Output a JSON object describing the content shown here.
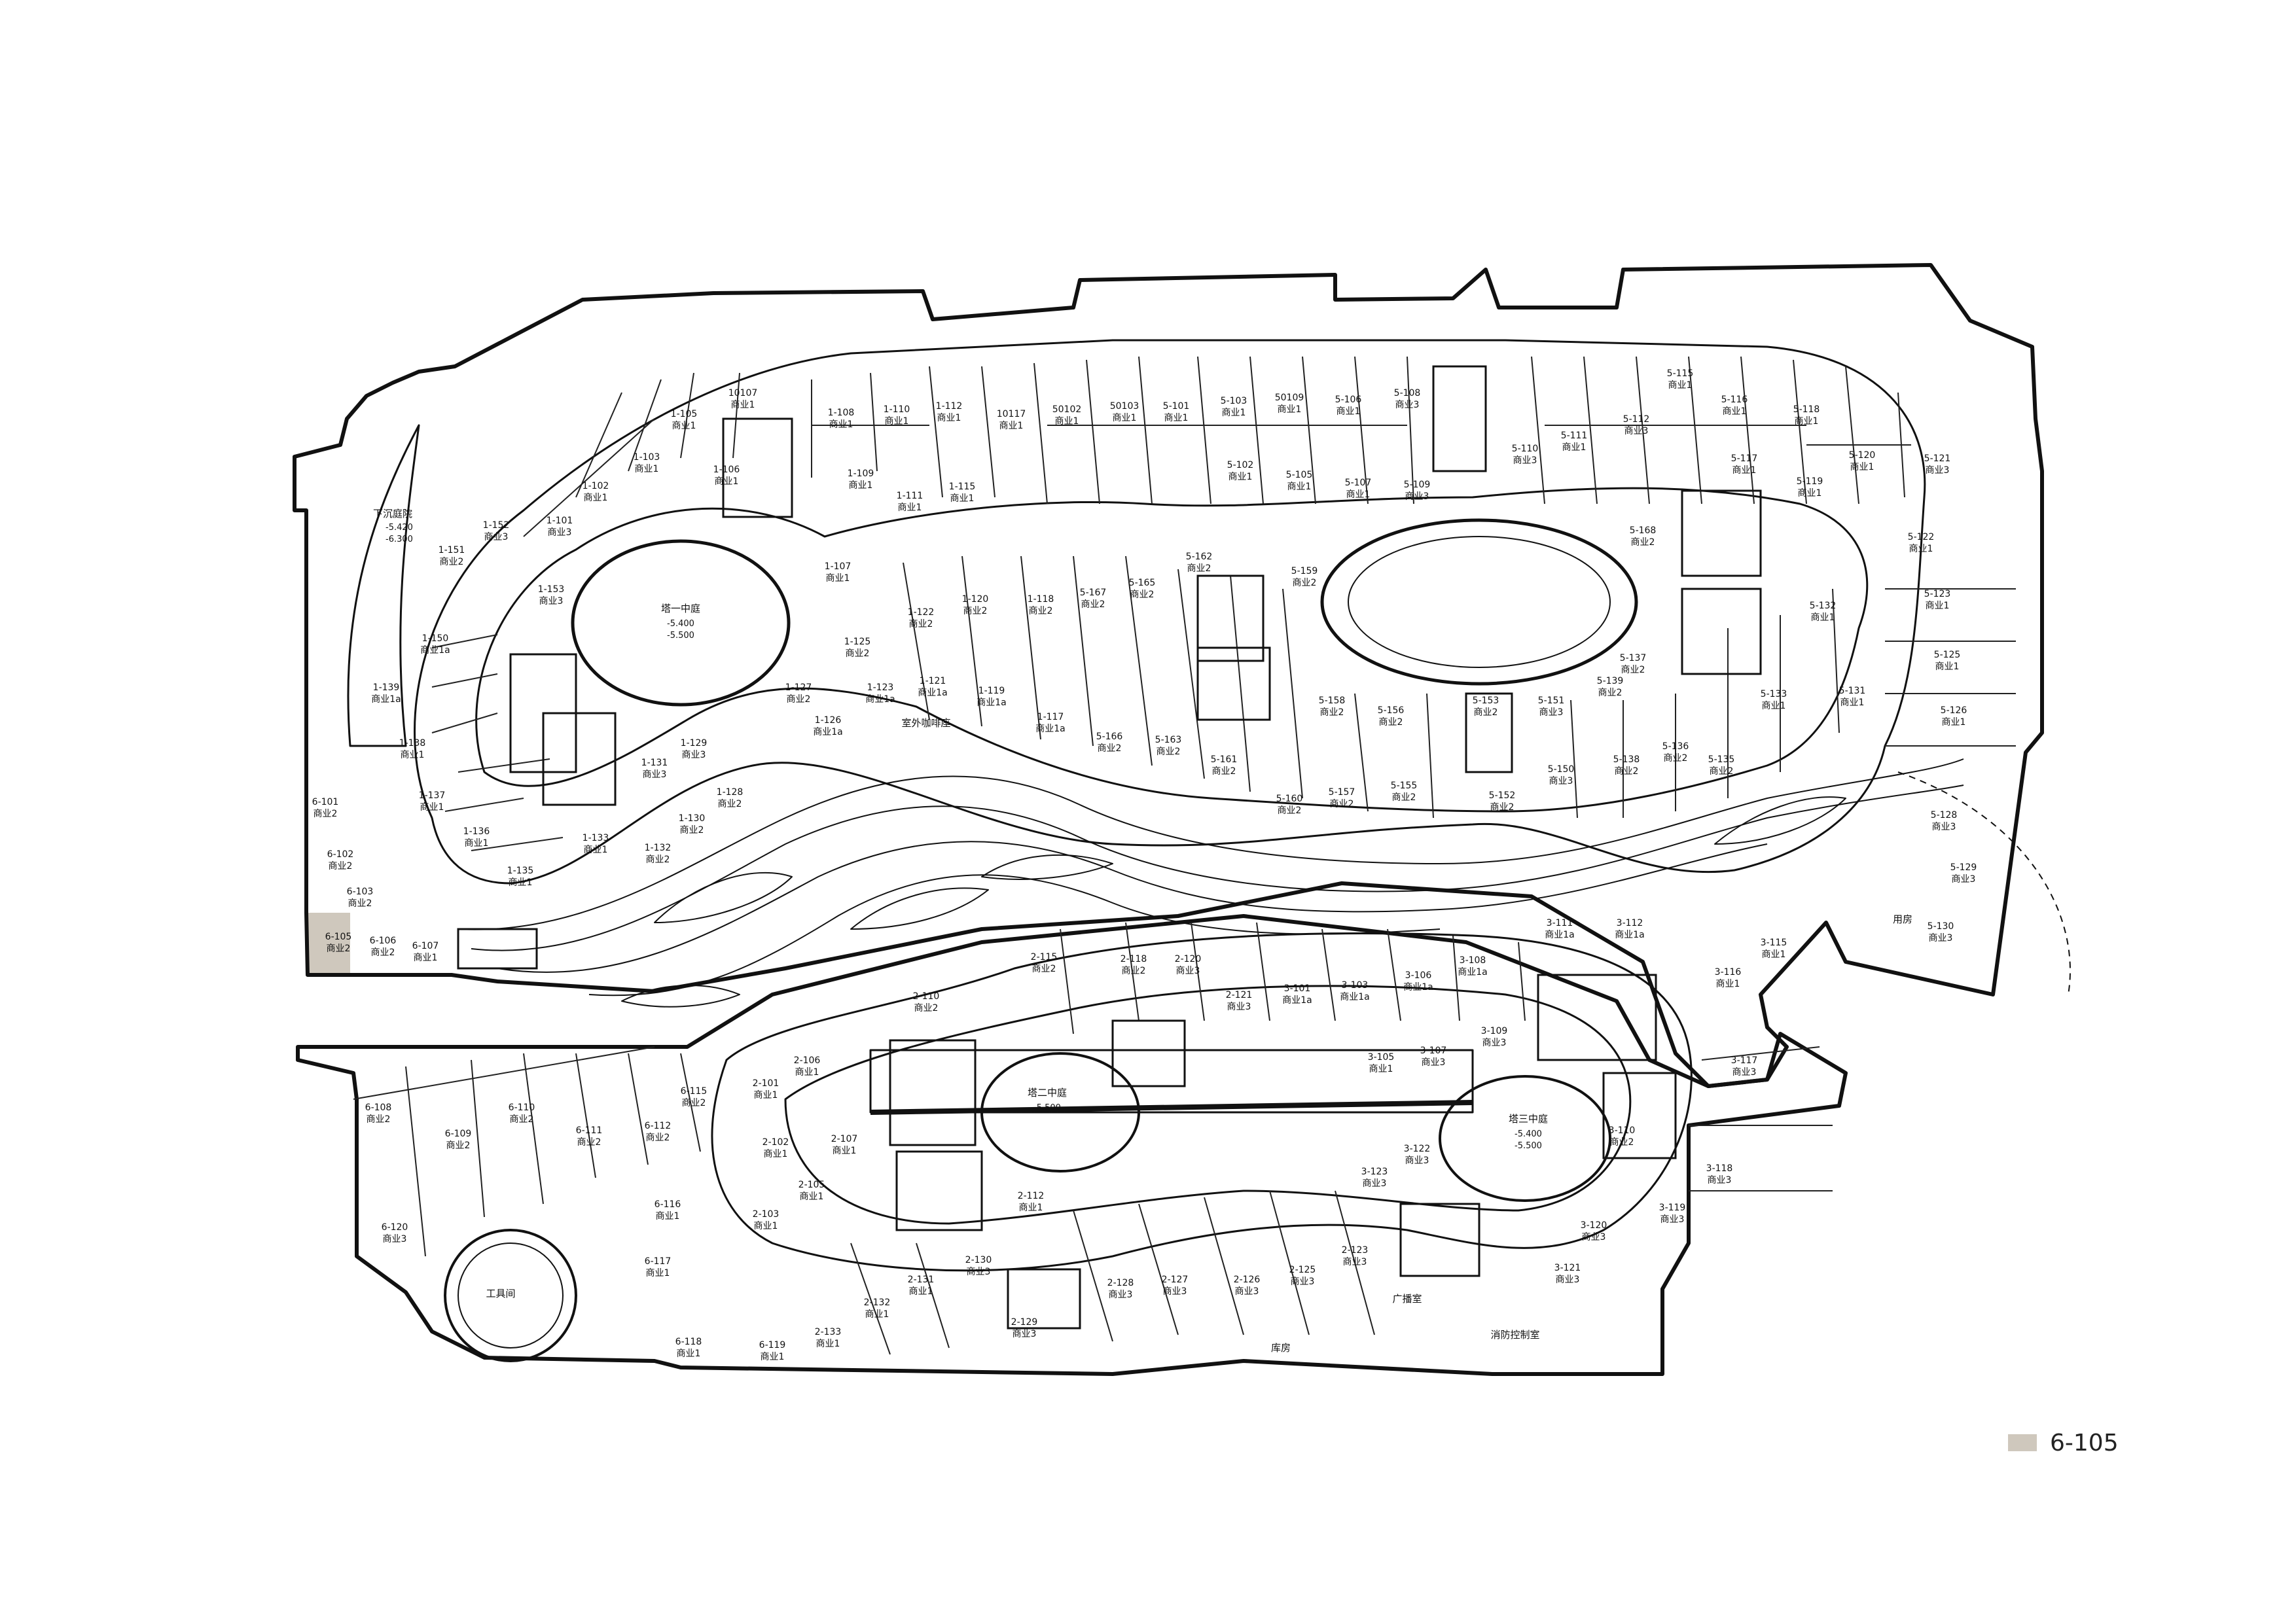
{
  "colors": {
    "wall": "#111111",
    "line": "#222222",
    "highlight": "#cfc8bd",
    "void_fill": "#ffffff"
  },
  "legend": {
    "label": "6-105"
  },
  "highlighted_unit": "6-105",
  "use_types": [
    "商业1",
    "商业1a",
    "商业2",
    "商业3"
  ],
  "atriums": [
    {
      "name": "塔一中庭",
      "elevations": [
        "-5.400",
        "-5.500"
      ]
    },
    {
      "name": "塔二中庭",
      "elevations": [
        "-5.500"
      ]
    },
    {
      "name": "塔三中庭",
      "elevations": [
        "-5.400",
        "-5.500"
      ]
    }
  ],
  "areas": [
    {
      "name": "下沉庭院",
      "elevations": [
        "-5.420",
        "-6.300"
      ]
    },
    {
      "name": "室外咖啡座",
      "elevations": []
    },
    {
      "name": "工具间",
      "elevations": []
    },
    {
      "name": "库房",
      "elevations": []
    },
    {
      "name": "广播室",
      "elevations": []
    },
    {
      "name": "消防控制室",
      "elevations": []
    },
    {
      "name": "用房",
      "elevations": []
    }
  ],
  "units": [
    {
      "id": "10107",
      "use": "商业1"
    },
    {
      "id": "1-105",
      "use": "商业1"
    },
    {
      "id": "1-103",
      "use": "商业1"
    },
    {
      "id": "1-102",
      "use": "商业1"
    },
    {
      "id": "1-101",
      "use": "商业3"
    },
    {
      "id": "1-106",
      "use": "商业1"
    },
    {
      "id": "1-152",
      "use": "商业3"
    },
    {
      "id": "1-151",
      "use": "商业2"
    },
    {
      "id": "1-153",
      "use": "商业3"
    },
    {
      "id": "1-150",
      "use": "商业1a"
    },
    {
      "id": "1-139",
      "use": "商业1a"
    },
    {
      "id": "1-138",
      "use": "商业1"
    },
    {
      "id": "1-137",
      "use": "商业1"
    },
    {
      "id": "1-136",
      "use": "商业1"
    },
    {
      "id": "1-135",
      "use": "商业1"
    },
    {
      "id": "1-133",
      "use": "商业1"
    },
    {
      "id": "1-132",
      "use": "商业2"
    },
    {
      "id": "1-131",
      "use": "商业3"
    },
    {
      "id": "1-130",
      "use": "商业2"
    },
    {
      "id": "1-129",
      "use": "商业3"
    },
    {
      "id": "1-128",
      "use": "商业2"
    },
    {
      "id": "1-127",
      "use": "商业2"
    },
    {
      "id": "1-126",
      "use": "商业1a"
    },
    {
      "id": "1-125",
      "use": "商业2"
    },
    {
      "id": "1-123",
      "use": "商业1a"
    },
    {
      "id": "1-122",
      "use": "商业2"
    },
    {
      "id": "1-121",
      "use": "商业1a"
    },
    {
      "id": "1-120",
      "use": "商业2"
    },
    {
      "id": "1-119",
      "use": "商业1a"
    },
    {
      "id": "1-118",
      "use": "商业2"
    },
    {
      "id": "1-117",
      "use": "商业1a"
    },
    {
      "id": "1-115",
      "use": "商业1"
    },
    {
      "id": "1-112",
      "use": "商业1"
    },
    {
      "id": "1-111",
      "use": "商业1"
    },
    {
      "id": "1-110",
      "use": "商业1"
    },
    {
      "id": "1-109",
      "use": "商业1"
    },
    {
      "id": "1-108",
      "use": "商业1"
    },
    {
      "id": "1-107",
      "use": "商业1"
    },
    {
      "id": "10117",
      "use": "商业1"
    },
    {
      "id": "50102",
      "use": "商业1"
    },
    {
      "id": "50103",
      "use": "商业1"
    },
    {
      "id": "5-101",
      "use": "商业1"
    },
    {
      "id": "5-103",
      "use": "商业1"
    },
    {
      "id": "50109",
      "use": "商业1"
    },
    {
      "id": "5-106",
      "use": "商业1"
    },
    {
      "id": "5-108",
      "use": "商业3"
    },
    {
      "id": "5-102",
      "use": "商业1"
    },
    {
      "id": "5-105",
      "use": "商业1"
    },
    {
      "id": "5-107",
      "use": "商业1"
    },
    {
      "id": "5-109",
      "use": "商业3"
    },
    {
      "id": "5-110",
      "use": "商业3"
    },
    {
      "id": "5-111",
      "use": "商业1"
    },
    {
      "id": "5-112",
      "use": "商业3"
    },
    {
      "id": "5-115",
      "use": "商业1"
    },
    {
      "id": "5-116",
      "use": "商业1"
    },
    {
      "id": "5-117",
      "use": "商业1"
    },
    {
      "id": "5-118",
      "use": "商业1"
    },
    {
      "id": "5-119",
      "use": "商业1"
    },
    {
      "id": "5-120",
      "use": "商业1"
    },
    {
      "id": "5-121",
      "use": "商业3"
    },
    {
      "id": "5-122",
      "use": "商业1"
    },
    {
      "id": "5-123",
      "use": "商业1"
    },
    {
      "id": "5-125",
      "use": "商业1"
    },
    {
      "id": "5-126",
      "use": "商业1"
    },
    {
      "id": "5-128",
      "use": "商业3"
    },
    {
      "id": "5-129",
      "use": "商业3"
    },
    {
      "id": "5-130",
      "use": "商业3"
    },
    {
      "id": "5-131",
      "use": "商业1"
    },
    {
      "id": "5-132",
      "use": "商业1"
    },
    {
      "id": "5-133",
      "use": "商业1"
    },
    {
      "id": "5-135",
      "use": "商业2"
    },
    {
      "id": "5-136",
      "use": "商业2"
    },
    {
      "id": "5-137",
      "use": "商业2"
    },
    {
      "id": "5-138",
      "use": "商业2"
    },
    {
      "id": "5-139",
      "use": "商业2"
    },
    {
      "id": "5-150",
      "use": "商业3"
    },
    {
      "id": "5-151",
      "use": "商业3"
    },
    {
      "id": "5-152",
      "use": "商业2"
    },
    {
      "id": "5-153",
      "use": "商业2"
    },
    {
      "id": "5-155",
      "use": "商业2"
    },
    {
      "id": "5-156",
      "use": "商业2"
    },
    {
      "id": "5-157",
      "use": "商业2"
    },
    {
      "id": "5-158",
      "use": "商业2"
    },
    {
      "id": "5-159",
      "use": "商业2"
    },
    {
      "id": "5-160",
      "use": "商业2"
    },
    {
      "id": "5-161",
      "use": "商业2"
    },
    {
      "id": "5-162",
      "use": "商业2"
    },
    {
      "id": "5-163",
      "use": "商业2"
    },
    {
      "id": "5-165",
      "use": "商业2"
    },
    {
      "id": "5-166",
      "use": "商业2"
    },
    {
      "id": "5-167",
      "use": "商业2"
    },
    {
      "id": "5-168",
      "use": "商业2"
    },
    {
      "id": "6-101",
      "use": "商业2"
    },
    {
      "id": "6-102",
      "use": "商业2"
    },
    {
      "id": "6-103",
      "use": "商业2"
    },
    {
      "id": "6-105",
      "use": "商业2"
    },
    {
      "id": "6-106",
      "use": "商业2"
    },
    {
      "id": "6-107",
      "use": "商业1"
    },
    {
      "id": "6-108",
      "use": "商业2"
    },
    {
      "id": "6-109",
      "use": "商业2"
    },
    {
      "id": "6-110",
      "use": "商业2"
    },
    {
      "id": "6-111",
      "use": "商业2"
    },
    {
      "id": "6-112",
      "use": "商业2"
    },
    {
      "id": "6-115",
      "use": "商业2"
    },
    {
      "id": "6-116",
      "use": "商业1"
    },
    {
      "id": "6-117",
      "use": "商业1"
    },
    {
      "id": "6-118",
      "use": "商业1"
    },
    {
      "id": "6-119",
      "use": "商业1"
    },
    {
      "id": "6-120",
      "use": "商业3"
    },
    {
      "id": "2-101",
      "use": "商业1"
    },
    {
      "id": "2-102",
      "use": "商业1"
    },
    {
      "id": "2-103",
      "use": "商业1"
    },
    {
      "id": "2-105",
      "use": "商业1"
    },
    {
      "id": "2-106",
      "use": "商业1"
    },
    {
      "id": "2-107",
      "use": "商业1"
    },
    {
      "id": "2-110",
      "use": "商业2"
    },
    {
      "id": "2-112",
      "use": "商业1"
    },
    {
      "id": "2-115",
      "use": "商业2"
    },
    {
      "id": "2-118",
      "use": "商业2"
    },
    {
      "id": "2-120",
      "use": "商业3"
    },
    {
      "id": "2-121",
      "use": "商业3"
    },
    {
      "id": "2-123",
      "use": "商业3"
    },
    {
      "id": "2-125",
      "use": "商业3"
    },
    {
      "id": "2-126",
      "use": "商业3"
    },
    {
      "id": "2-127",
      "use": "商业3"
    },
    {
      "id": "2-128",
      "use": "商业3"
    },
    {
      "id": "2-129",
      "use": "商业3"
    },
    {
      "id": "2-130",
      "use": "商业3"
    },
    {
      "id": "2-131",
      "use": "商业1"
    },
    {
      "id": "2-132",
      "use": "商业1"
    },
    {
      "id": "2-133",
      "use": "商业1"
    },
    {
      "id": "3-101",
      "use": "商业1a"
    },
    {
      "id": "3-103",
      "use": "商业1a"
    },
    {
      "id": "3-106",
      "use": "商业1a"
    },
    {
      "id": "3-108",
      "use": "商业1a"
    },
    {
      "id": "3-111",
      "use": "商业1a"
    },
    {
      "id": "3-112",
      "use": "商业1a"
    },
    {
      "id": "3-105",
      "use": "商业1"
    },
    {
      "id": "3-107",
      "use": "商业3"
    },
    {
      "id": "3-109",
      "use": "商业3"
    },
    {
      "id": "3-110",
      "use": "商业2"
    },
    {
      "id": "3-115",
      "use": "商业1"
    },
    {
      "id": "3-116",
      "use": "商业1"
    },
    {
      "id": "3-117",
      "use": "商业3"
    },
    {
      "id": "3-118",
      "use": "商业3"
    },
    {
      "id": "3-119",
      "use": "商业3"
    },
    {
      "id": "3-120",
      "use": "商业3"
    },
    {
      "id": "3-121",
      "use": "商业3"
    },
    {
      "id": "3-122",
      "use": "商业3"
    },
    {
      "id": "3-123",
      "use": "商业3"
    }
  ]
}
